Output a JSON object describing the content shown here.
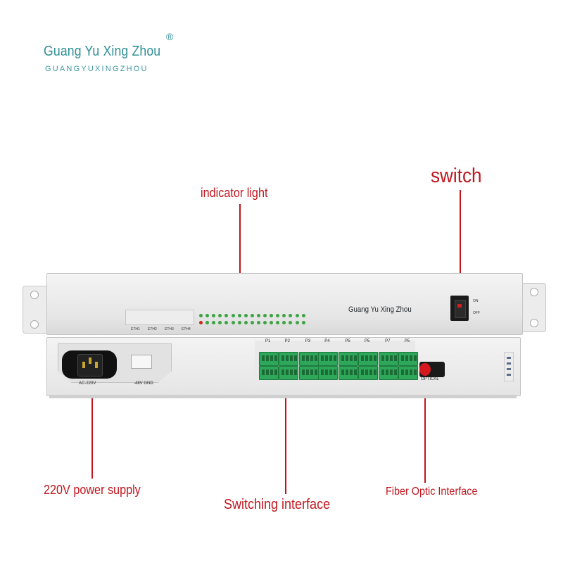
{
  "logo": {
    "brand": "Guang Yu Xing Zhou",
    "sub": "GUANGYUXINGZHOU",
    "reg": "®"
  },
  "callouts": {
    "indicator": "indicator light",
    "switch": "switch",
    "power": "220V power supply",
    "switching": "Switching interface",
    "fiber": "Fiber Optic Interface"
  },
  "front": {
    "brand": "Guang Yu Xing Zhou",
    "eth_labels": [
      "ETH1",
      "ETH2",
      "ETH3",
      "ETH4"
    ],
    "switch_on": "ON",
    "switch_off": "OFF"
  },
  "rear": {
    "power_label": "AC-220V",
    "dc_label": "-48V GND",
    "port_labels": [
      "P1",
      "P2",
      "P3",
      "P4",
      "P5",
      "P5",
      "P7",
      "P5"
    ],
    "optical_label": "OPTICAL"
  },
  "colors": {
    "brand_teal": "#2f8f96",
    "callout_red": "#c0161e",
    "terminal_green": "#2fa75a",
    "led_green": "#3ca342"
  }
}
